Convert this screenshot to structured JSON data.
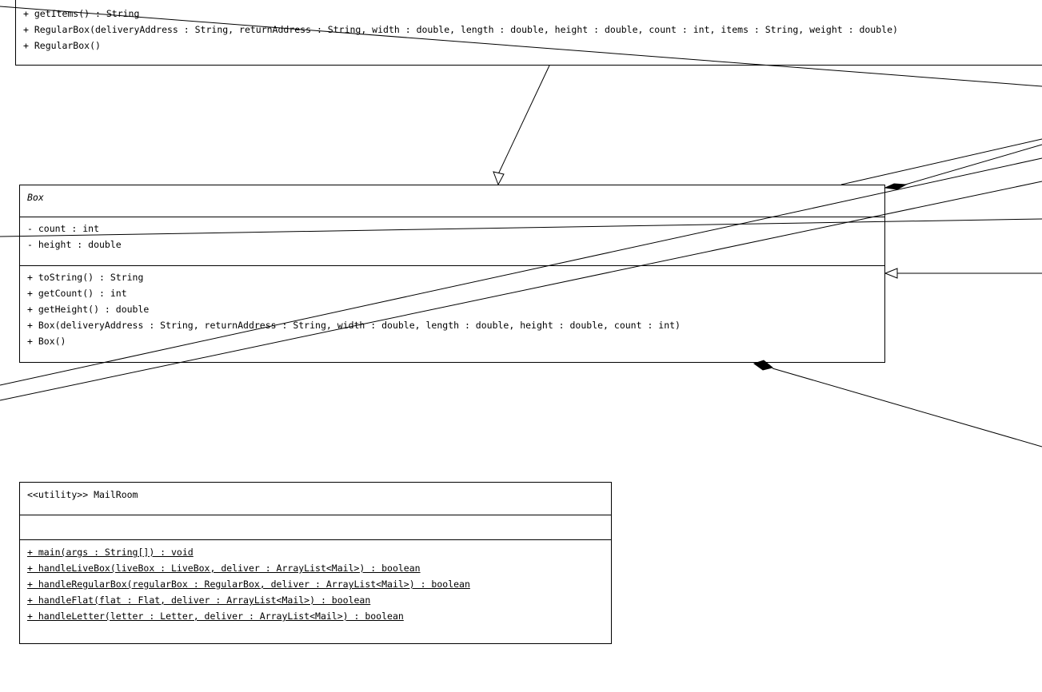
{
  "regular_box": {
    "operations": [
      "+ getItems() : String",
      "+ RegularBox(deliveryAddress : String, returnAddress : String, width : double, length : double, height : double, count : int, items : String, weight : double)",
      "+ RegularBox()"
    ]
  },
  "box": {
    "name": "Box",
    "attributes": [
      "- count : int",
      "- height : double"
    ],
    "operations": [
      "+ toString() : String",
      "+ getCount() : int",
      "+ getHeight() : double",
      "+ Box(deliveryAddress : String, returnAddress : String, width : double, length : double, height : double, count : int)",
      "+ Box()"
    ]
  },
  "mail_room": {
    "name": "<<utility>> MailRoom",
    "attributes": [],
    "operations": [
      "+ main(args : String[]) : void",
      "+ handleLiveBox(liveBox : LiveBox, deliver : ArrayList<Mail>) : boolean",
      "+ handleRegularBox(regularBox : RegularBox, deliver : ArrayList<Mail>) : boolean",
      "+ handleFlat(flat : Flat, deliver : ArrayList<Mail>) : boolean",
      "+ handleLetter(letter : Letter, deliver : ArrayList<Mail>) : boolean"
    ]
  }
}
